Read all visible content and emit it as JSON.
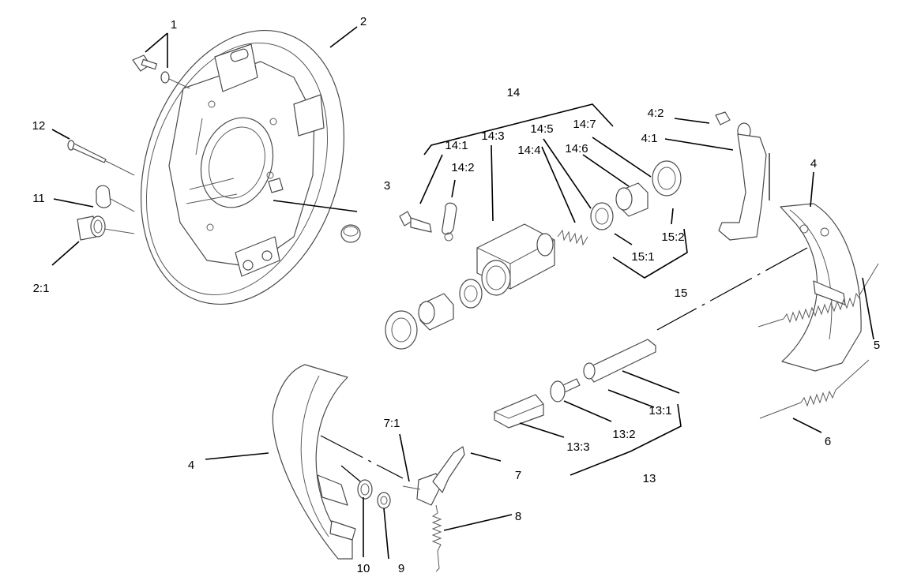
{
  "colors": {
    "line": "#000000",
    "part_stroke": "#4a4a4a",
    "background": "#ffffff"
  },
  "callouts": {
    "c1": "1",
    "c2": "2",
    "c2_1": "2:1",
    "c3": "3",
    "c4_top": "4",
    "c4_bottom": "4",
    "c4_1": "4:1",
    "c4_2": "4:2",
    "c5": "5",
    "c6": "6",
    "c7": "7",
    "c7_1": "7:1",
    "c8": "8",
    "c9": "9",
    "c10": "10",
    "c11": "11",
    "c12": "12",
    "c13": "13",
    "c13_1": "13:1",
    "c13_2": "13:2",
    "c13_3": "13:3",
    "c14": "14",
    "c14_1": "14:1",
    "c14_2": "14:2",
    "c14_3": "14:3",
    "c14_4": "14:4",
    "c14_5": "14:5",
    "c14_6": "14:6",
    "c14_7": "14:7",
    "c15": "15",
    "c15_1": "15:1",
    "c15_2": "15:2"
  }
}
